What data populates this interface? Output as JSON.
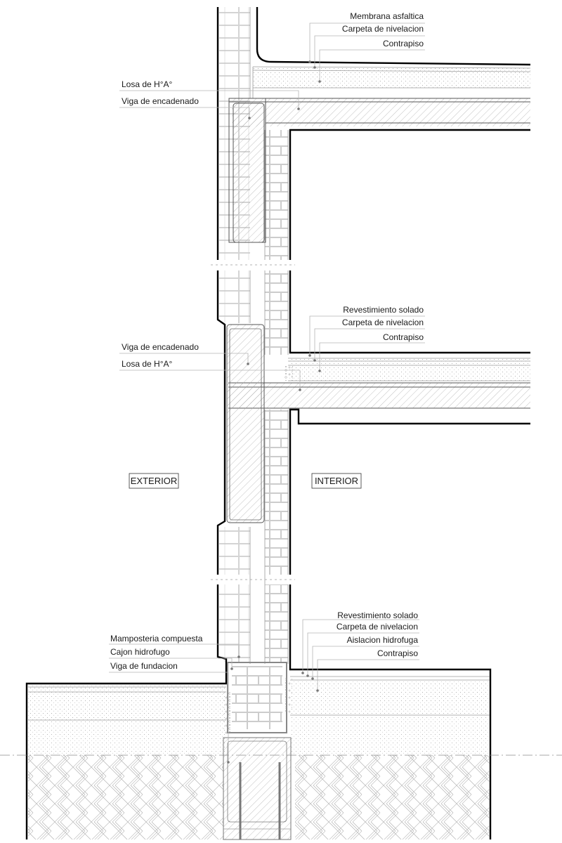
{
  "labels": {
    "roof": [
      "Membrana asfaltica",
      "Carpeta de nivelacion",
      "Contrapiso"
    ],
    "roof_beam": [
      "Losa de H°A°",
      "Viga de encadenado"
    ],
    "mid_floor": [
      "Revestimiento solado",
      "Carpeta de nivelacion",
      "Contrapiso"
    ],
    "mid_beam": [
      "Viga de encadenado",
      "Losa de H°A°"
    ],
    "ground_floor": [
      "Revestimiento solado",
      "Carpeta de nivelacion",
      "Aislacion hidrofuga",
      "Contrapiso"
    ],
    "foundation": [
      "Mamposteria compuesta",
      "Cajon hidrofugo",
      "Viga de fundacion"
    ]
  },
  "zones": {
    "exterior": "EXTERIOR",
    "interior": "INTERIOR"
  },
  "colors": {
    "line": "#000000",
    "hatch": "#9a9a9a",
    "leader": "#b5b5b5",
    "text": "#1a1a1a"
  }
}
